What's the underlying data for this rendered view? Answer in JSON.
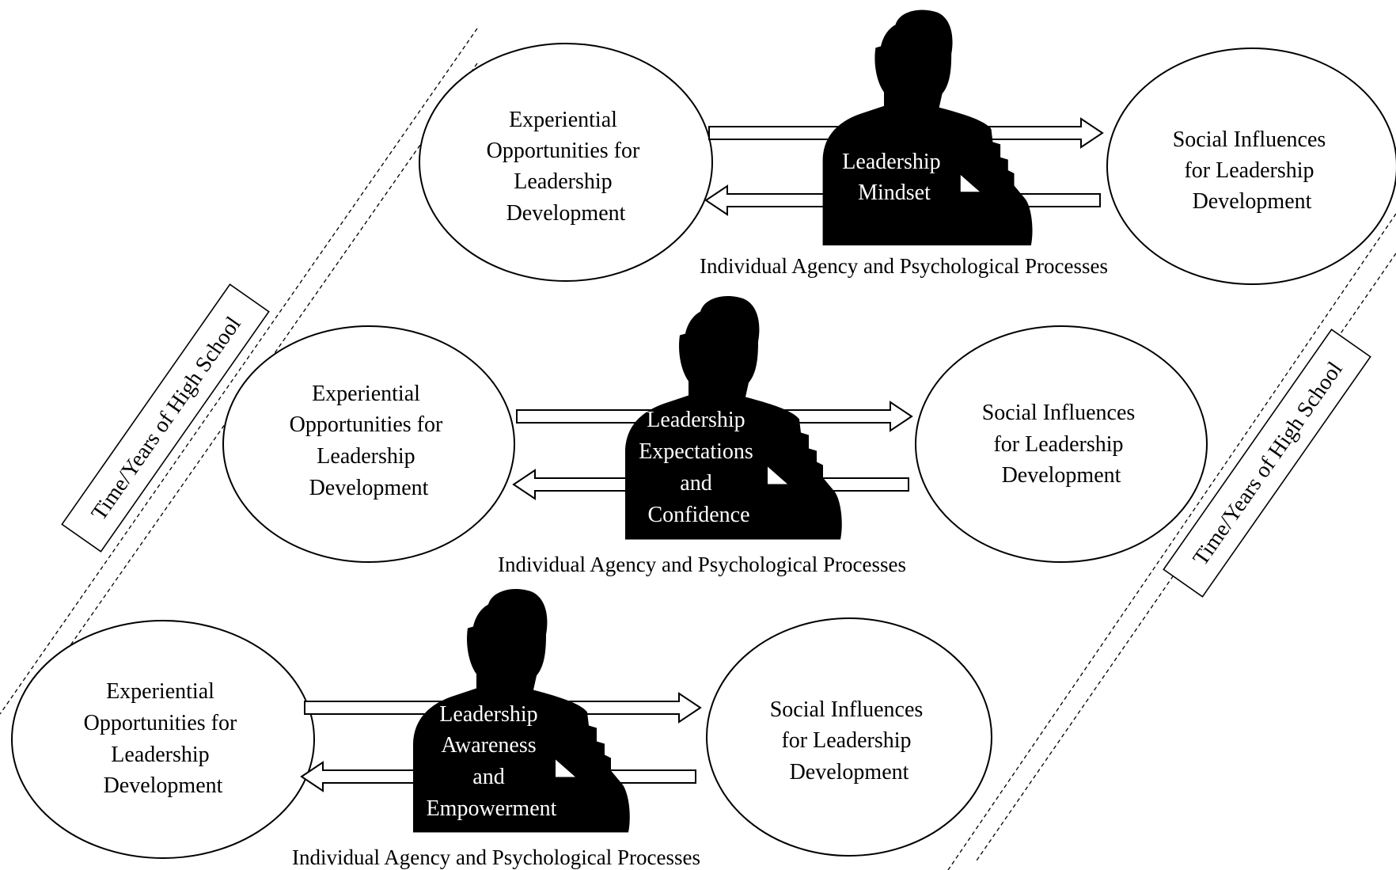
{
  "colors": {
    "ink": "#000000",
    "paper": "#ffffff",
    "silhouette": "#000000"
  },
  "side_labels": {
    "left": "Time/Years of High School",
    "right": "Time/Years of High School"
  },
  "tiers": [
    {
      "experiential": [
        "Experiential",
        "Opportunities for",
        "Leadership",
        "Development"
      ],
      "social": [
        "Social Influences",
        "for Leadership",
        "Development"
      ],
      "mindset": [
        "Leadership",
        "Mindset"
      ],
      "caption": "Individual Agency and Psychological Processes"
    },
    {
      "experiential": [
        "Experiential",
        "Opportunities for",
        "Leadership",
        "Development"
      ],
      "social": [
        "Social Influences",
        "for Leadership",
        "Development"
      ],
      "mindset": [
        "Leadership",
        "Expectations",
        "and",
        "Confidence"
      ],
      "caption": "Individual Agency and Psychological Processes"
    },
    {
      "experiential": [
        "Experiential",
        "Opportunities for",
        "Leadership",
        "Development"
      ],
      "social": [
        "Social Influences",
        "for Leadership",
        "Development"
      ],
      "mindset": [
        "Leadership",
        "Awareness",
        "and",
        "Empowerment"
      ],
      "caption": "Individual Agency and Psychological Processes"
    }
  ]
}
